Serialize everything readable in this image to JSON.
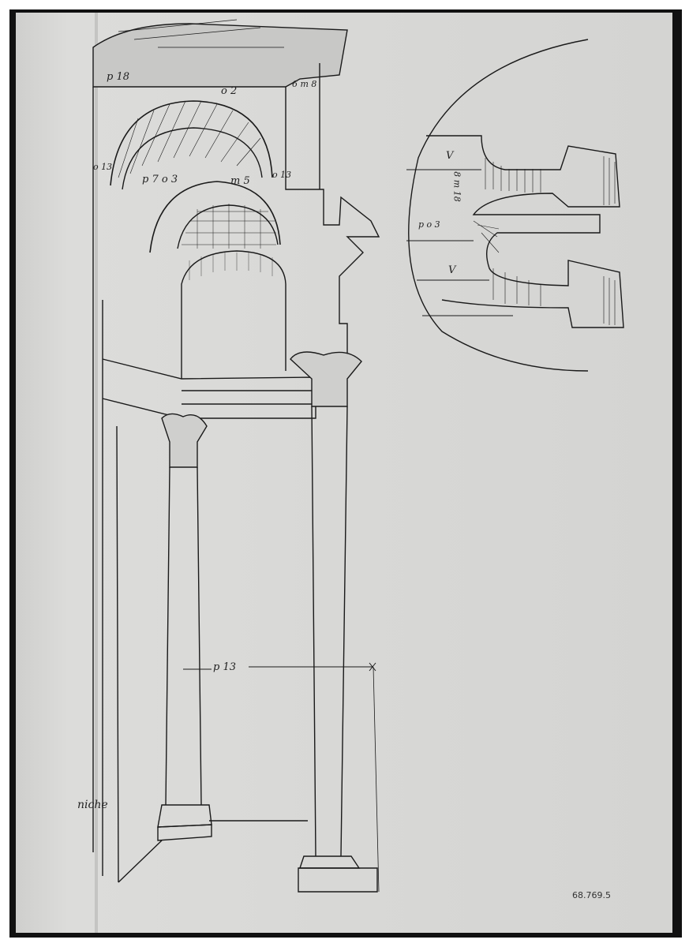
{
  "artwork": {
    "description": "Pen-and-ink architectural drawing: perspective of an arched bay with Corinthian columns and coffered vault, plus a plan detail of a curved niche in a circle",
    "catalog_number": "68.769.5"
  },
  "annotations": {
    "vault_top_left": "p 18",
    "vault_top_right": "o 2",
    "vault_mid": "p 7 o 3",
    "vault_mid_right": "m 5",
    "vault_left_small": "o 13",
    "vault_right_small": "o 13",
    "cornice_right": "6 m 8",
    "column_span": "p 13",
    "niche_label": "niche",
    "plan_height": "8 m 18",
    "plan_left": "p o 3",
    "plan_letter_top": "V",
    "plan_letter_bottom": "V"
  }
}
